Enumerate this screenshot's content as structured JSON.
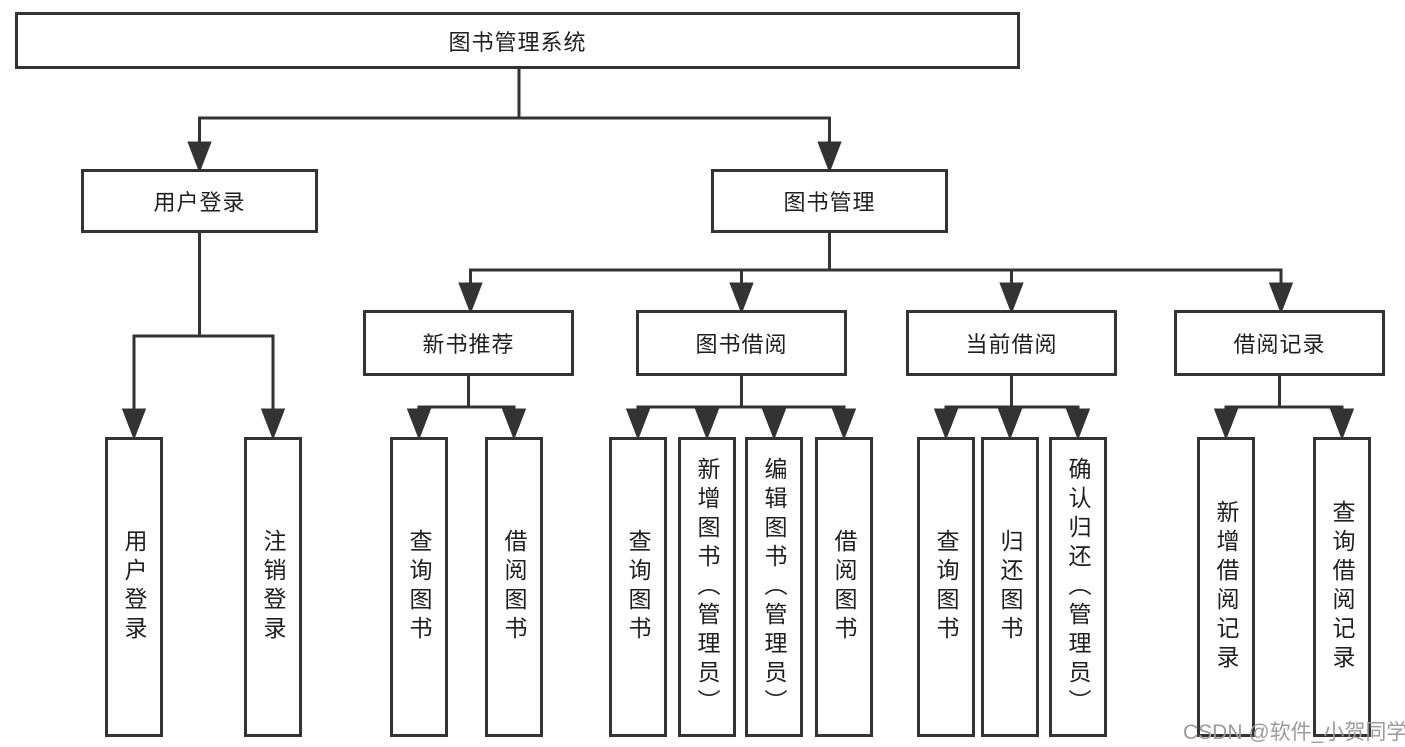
{
  "tree": {
    "root": "图书管理系统",
    "branches": [
      {
        "label": "用户登录",
        "children": [
          "用户登录",
          "注销登录"
        ]
      },
      {
        "label": "图书管理",
        "children": [
          {
            "label": "新书推荐",
            "children": [
              "查询图书",
              "借阅图书"
            ]
          },
          {
            "label": "图书借阅",
            "children": [
              "查询图书",
              "新增图书（管理员）",
              "编辑图书（管理员）",
              "借阅图书"
            ]
          },
          {
            "label": "当前借阅",
            "children": [
              "查询图书",
              "归还图书",
              "确认归还（管理员）"
            ]
          },
          {
            "label": "借阅记录",
            "children": [
              "新增借阅记录",
              "查询借阅记录"
            ]
          }
        ]
      }
    ]
  },
  "watermark": {
    "text": "CSDN @软件_小贺同学"
  },
  "colors": {
    "line": "#333333",
    "text": "#1f1f1f",
    "box_background": "#ffffff",
    "page_background": "#ffffff",
    "watermark": "#9b9b9b"
  }
}
